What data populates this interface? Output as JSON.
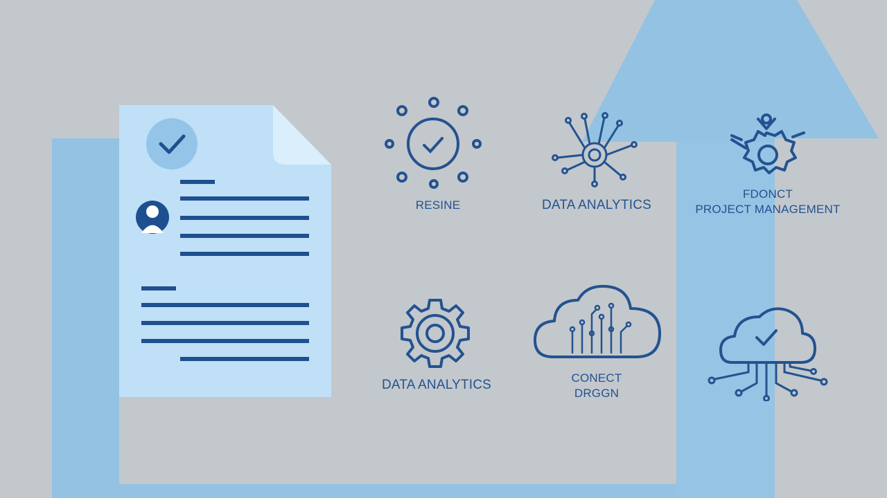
{
  "palette": {
    "background": "#c3c8cd",
    "light_blue": "#8ec1e6",
    "doc_blue": "#bfe0f7",
    "navy": "#1e4f8f"
  },
  "icons": [
    {
      "name": "checkmark-gear-icon",
      "label": "RESINE"
    },
    {
      "name": "network-node-icon",
      "label": "DATA ANALYTICS"
    },
    {
      "name": "gear-bot-icon",
      "label_lines": [
        "FDONCT",
        "PROJECT MANAGEMENT"
      ]
    },
    {
      "name": "gear-icon",
      "label": "DATA ANALYTICS"
    },
    {
      "name": "cloud-circuit-icon",
      "label_lines": [
        "CONECT",
        "DRGGN"
      ]
    },
    {
      "name": "cloud-check-network-icon",
      "label": ""
    }
  ]
}
